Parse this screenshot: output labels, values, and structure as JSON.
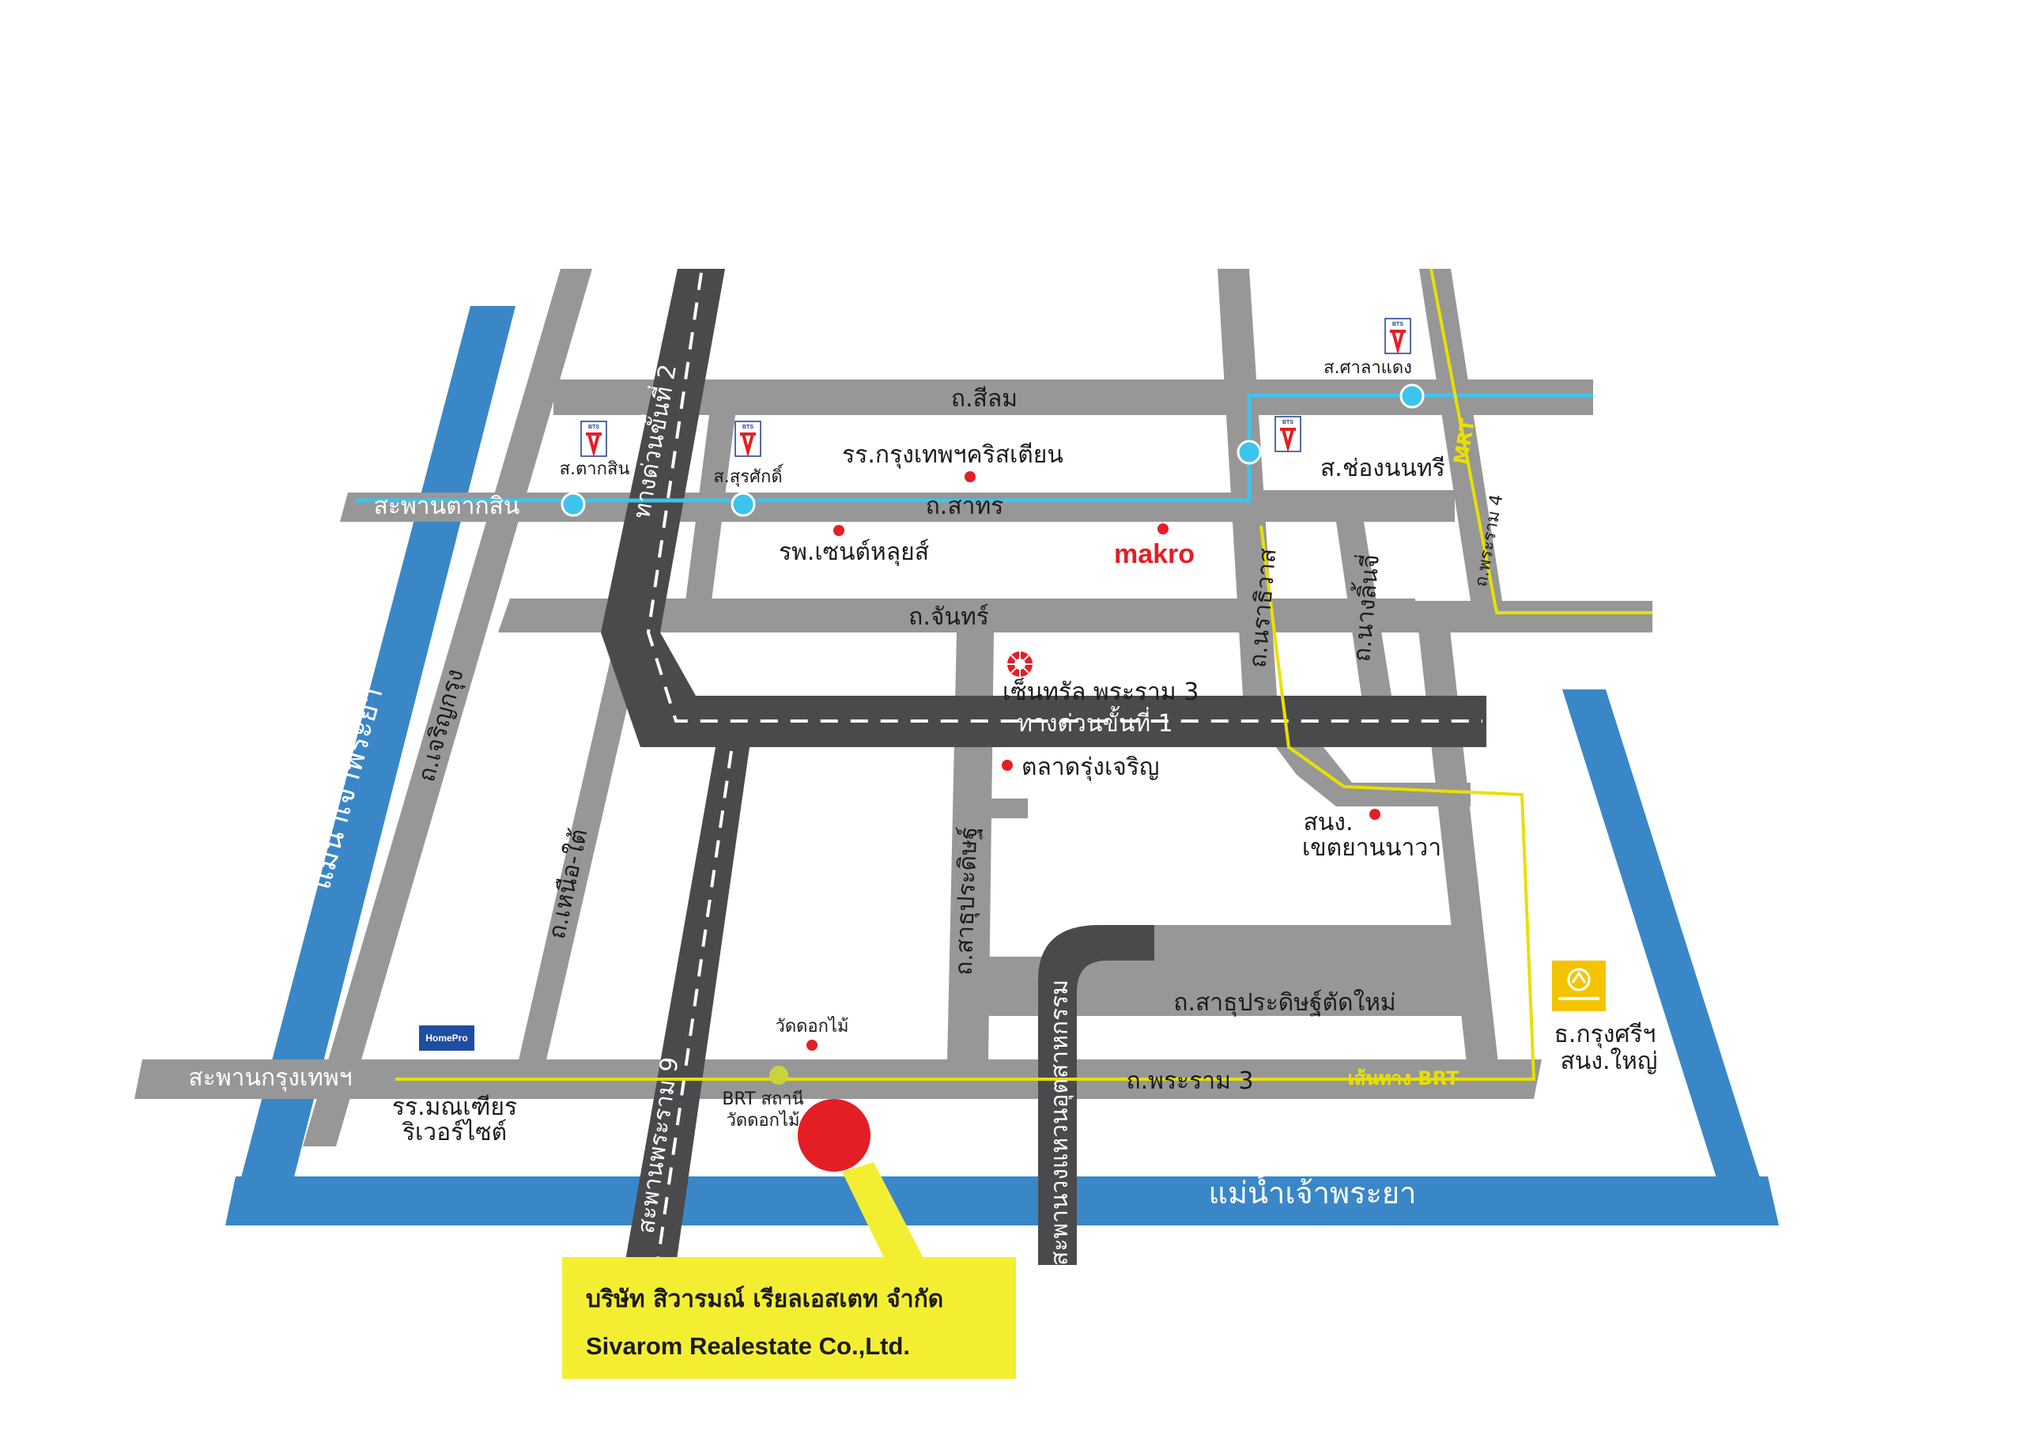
{
  "colors": {
    "river": "#3a87c8",
    "road": "#979797",
    "expressway": "#4a4a4c",
    "bts_line": "#3cc4ee",
    "brt_line": "#e8e000",
    "marker_red": "#e41e25",
    "callout_bg": "#f4ee33"
  },
  "rivers": {
    "left_label": "แม่น้ำเจ้าพระยา",
    "bottom_label": "แม่น้ำเจ้าพระยา"
  },
  "roads": {
    "silom": "ถ.สีลม",
    "sathorn": "ถ.สาทร",
    "chan": "ถ.จันทร์",
    "charoen_krung": "ถ.เจริญกรุง",
    "nuea_tai": "ถ.เหนือ-ใต้",
    "sathupradit": "ถ.สาธุประดิษฐ์",
    "sathupradit_new": "ถ.สาธุประดิษฐ์ตัดใหม่",
    "rama3": "ถ.พระราม 3",
    "narathiwat": "ถ.นราธิวาส",
    "nang_linchi": "ถ.นางลิ้นจี่",
    "rama4": "ถ.พระราม 4",
    "taksin_bridge": "สะพานตากสิน",
    "krungthep_bridge": "สะพานกรุงเทพฯ",
    "rama9_bridge": "สะพานพระราม 9",
    "industrial_ring_bridge": "สะพานวงแหวนอุตสาหกรรม",
    "expressway_2": "ทางด่วนขั้นที่ 2",
    "expressway_1": "ทางด่วนขั้นที่ 1",
    "mrt": "MRT",
    "brt_route": "เส้นทาง BRT"
  },
  "stations": {
    "bts_logo": "BTS",
    "taksin": "ส.ตากสิน",
    "surasak": "ส.สุรศักดิ์",
    "chong_nonsi": "ส.ช่องนนทรี",
    "sala_daeng": "ส.ศาลาแดง",
    "brt_line1": "BRT สถานี",
    "brt_line2": "วัดดอกไม้"
  },
  "places": {
    "bangkok_christian": "รร.กรุงเทพฯคริสเตียน",
    "saint_louis": "รพ.เซนต์หลุยส์",
    "makro": "makro",
    "central_rama3": "เซ็นทรัล พระราม 3",
    "rung_charoen_market": "ตลาดรุ่งเจริญ",
    "yannawa_office_1": "สนง.",
    "yannawa_office_2": "เขตยานนาวา",
    "wat_dokmai": "วัดดอกไม้",
    "menam_1": "รร.มณเฑียร",
    "menam_2": "ริเวอร์ไซต์",
    "homepro": "HomePro",
    "krungsri_1": "ธ.กรุงศรีฯ",
    "krungsri_2": "สนง.ใหญ่"
  },
  "callout": {
    "name_th": "บริษัท สิวารมณ์ เรียลเอสเตท จำกัด",
    "name_en": "Sivarom Realestate Co.,Ltd."
  }
}
